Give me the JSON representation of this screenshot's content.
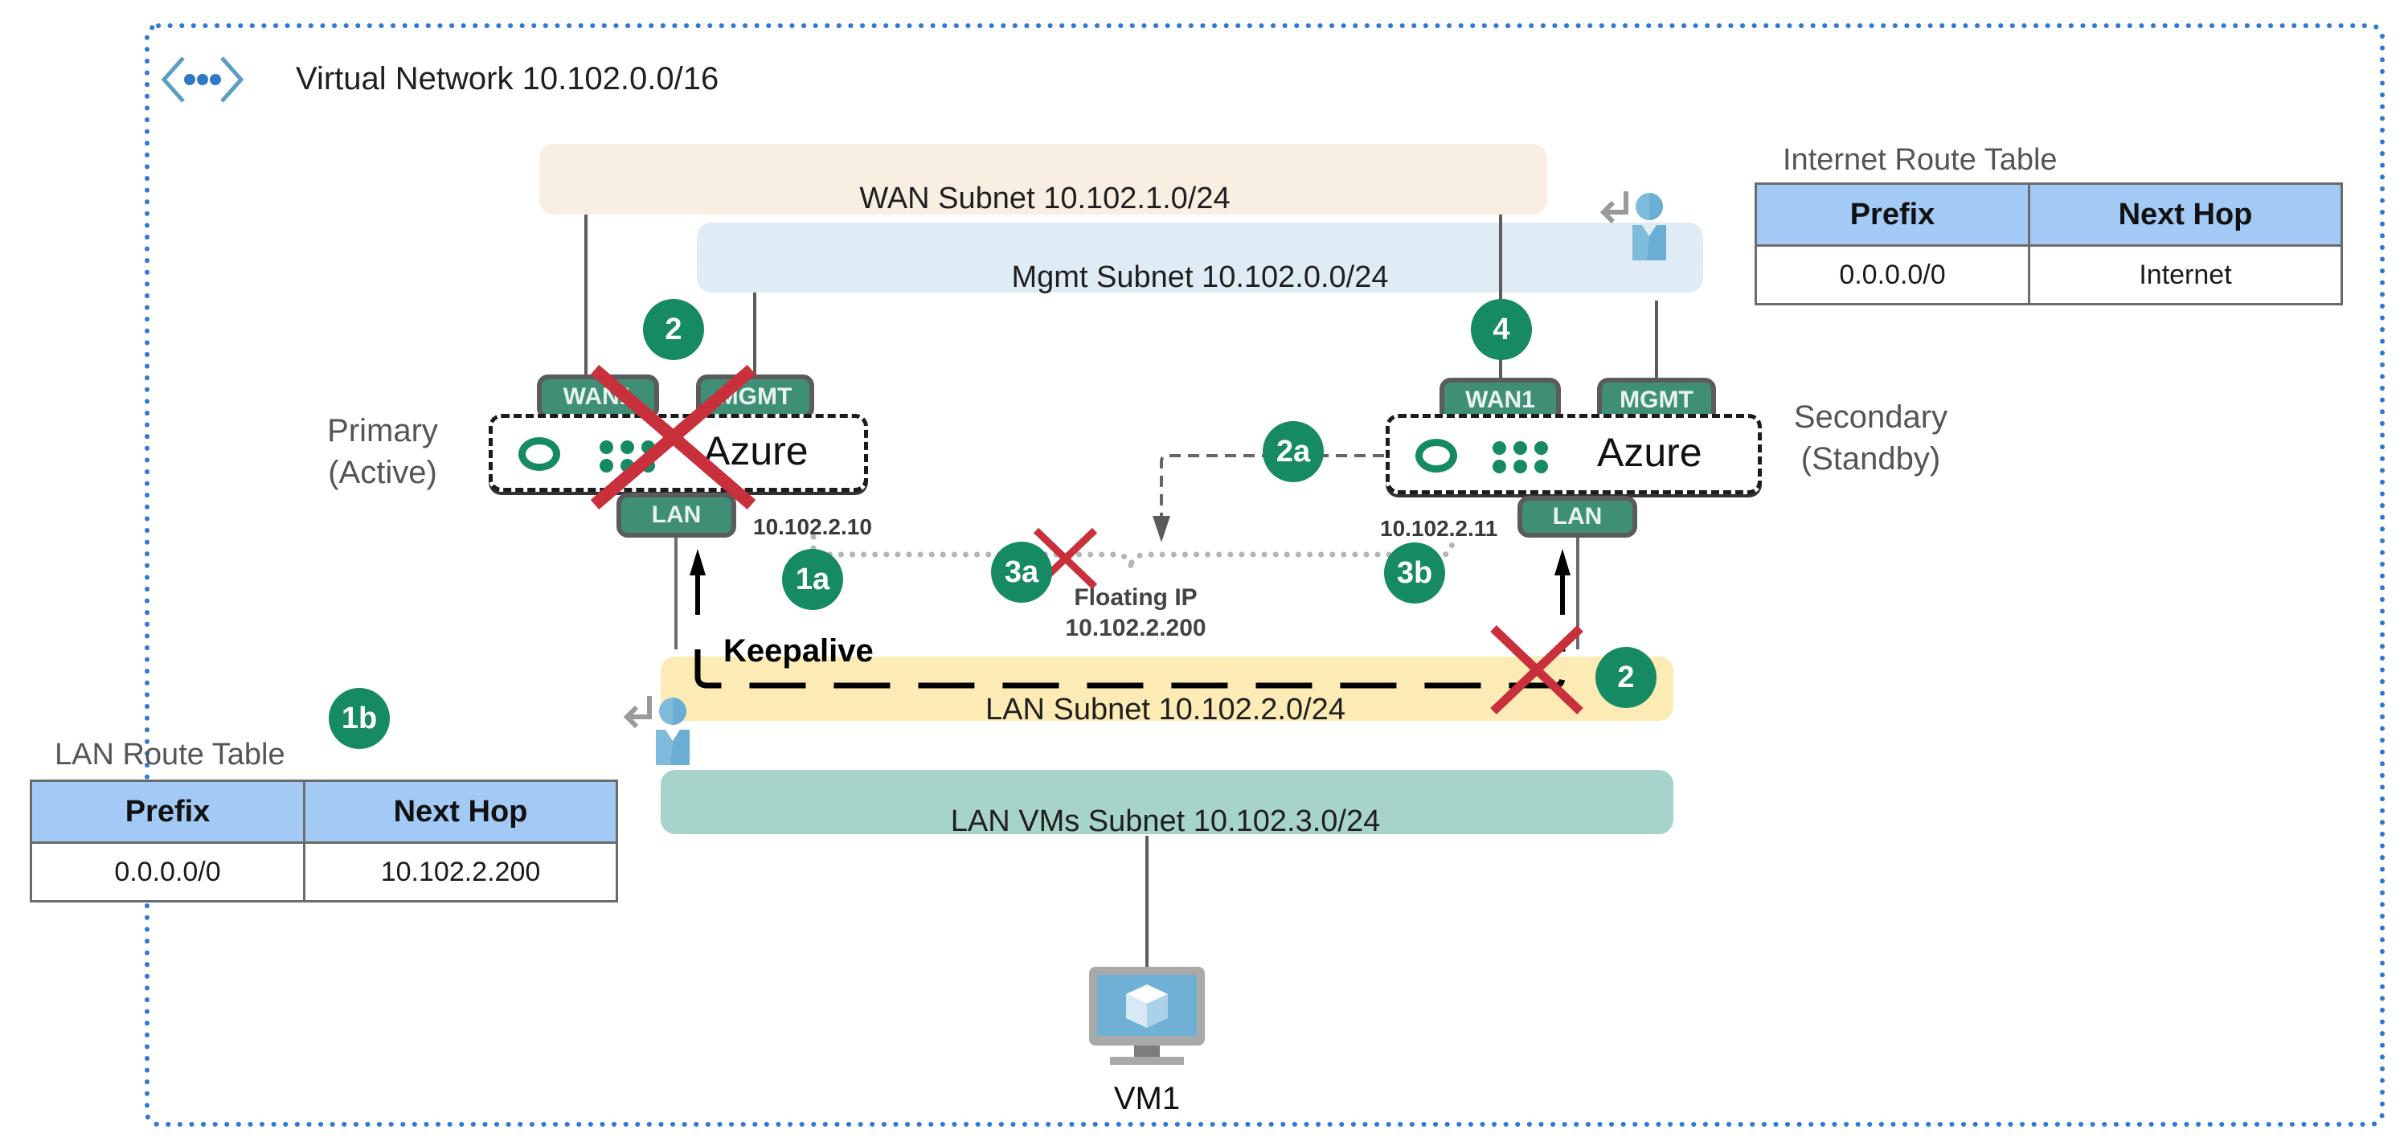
{
  "vnet": {
    "title": "Virtual Network 10.102.0.0/16",
    "icon": "virtual-network-icon",
    "border_color": "#2f78d6"
  },
  "subnets": {
    "wan": {
      "label": "WAN Subnet 10.102.1.0/24",
      "color": "#f9eee2"
    },
    "mgmt": {
      "label": "Mgmt Subnet 10.102.0.0/24",
      "color": "#e0ecf5"
    },
    "lan": {
      "label": "LAN Subnet 10.102.2.0/24",
      "color": "#fdebb5"
    },
    "lanvms": {
      "label": "LAN VMs Subnet 10.102.3.0/24",
      "color": "#a7d4ca"
    }
  },
  "primary": {
    "label_line1": "Primary",
    "label_line2": "(Active)",
    "brand": "Azure",
    "ports": {
      "wan": "WAN1",
      "mgmt": "MGMT",
      "lan": "LAN"
    },
    "lan_ip": "10.102.2.10",
    "failed": true
  },
  "secondary": {
    "label_line1": "Secondary",
    "label_line2": "(Standby)",
    "brand": "Azure",
    "ports": {
      "wan": "WAN1",
      "mgmt": "MGMT",
      "lan": "LAN"
    },
    "lan_ip": "10.102.2.11"
  },
  "floating_ip": {
    "label": "Floating IP",
    "address": "10.102.2.200"
  },
  "keepalive": {
    "label": "Keepalive"
  },
  "badges": {
    "primary_fail": "2",
    "wan_secondary": "4",
    "promote": "2a",
    "primary_ip": "1a",
    "lan_route": "1b",
    "release_ip": "3a",
    "take_ip": "3b",
    "keepalive_fail": "2"
  },
  "internet_route_table": {
    "title": "Internet Route Table",
    "headers": [
      "Prefix",
      "Next Hop"
    ],
    "rows": [
      [
        "0.0.0.0/0",
        "Internet"
      ]
    ]
  },
  "lan_route_table": {
    "title": "LAN Route Table",
    "headers": [
      "Prefix",
      "Next Hop"
    ],
    "rows": [
      [
        "0.0.0.0/0",
        "10.102.2.200"
      ]
    ]
  },
  "vm": {
    "label": "VM1",
    "icon": "virtual-machine-icon"
  },
  "colors": {
    "badge": "#168a62",
    "port": "#3f8f76",
    "fail_x": "#c8303c",
    "table_header": "#a3c9f5"
  }
}
